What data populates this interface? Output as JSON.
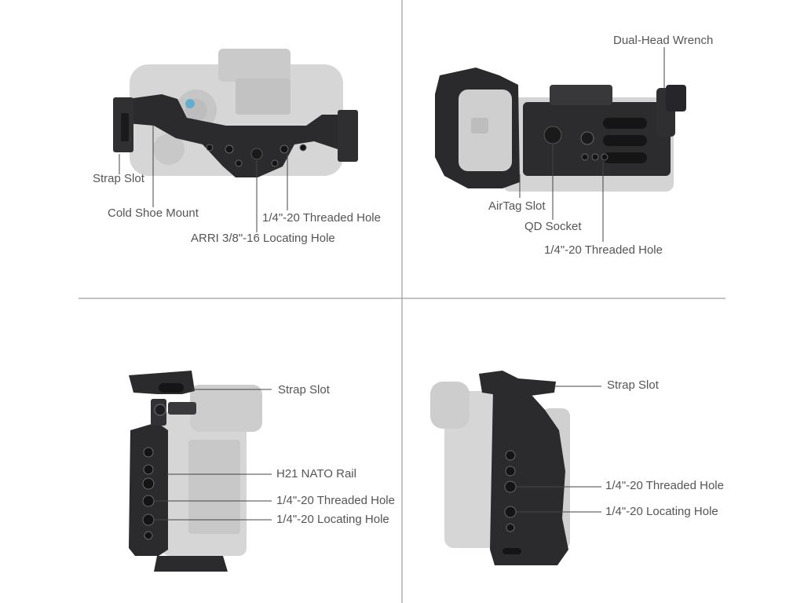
{
  "colors": {
    "background": "#ffffff",
    "divider": "#8a8a8a",
    "leader": "#444444",
    "label": "#555555",
    "cage_dark": "#2b2b2d",
    "camera_ghost": "#cfcfcf"
  },
  "panels": [
    {
      "id": "top-view",
      "callouts": [
        {
          "text": "Strap Slot"
        },
        {
          "text": "Cold Shoe Mount"
        },
        {
          "text": "1/4\"-20 Threaded Hole"
        },
        {
          "text": "ARRI 3/8\"-16 Locating Hole"
        }
      ]
    },
    {
      "id": "bottom-view",
      "callouts": [
        {
          "text": "Dual-Head Wrench"
        },
        {
          "text": "AirTag Slot"
        },
        {
          "text": "QD Socket"
        },
        {
          "text": "1/4\"-20 Threaded Hole"
        }
      ]
    },
    {
      "id": "left-side-view",
      "callouts": [
        {
          "text": "Strap Slot"
        },
        {
          "text": "H21 NATO Rail"
        },
        {
          "text": "1/4\"-20 Threaded Hole"
        },
        {
          "text": "1/4\"-20 Locating Hole"
        }
      ]
    },
    {
      "id": "right-side-view",
      "callouts": [
        {
          "text": "Strap Slot"
        },
        {
          "text": "1/4\"-20 Threaded Hole"
        },
        {
          "text": "1/4\"-20 Locating Hole"
        }
      ]
    }
  ]
}
